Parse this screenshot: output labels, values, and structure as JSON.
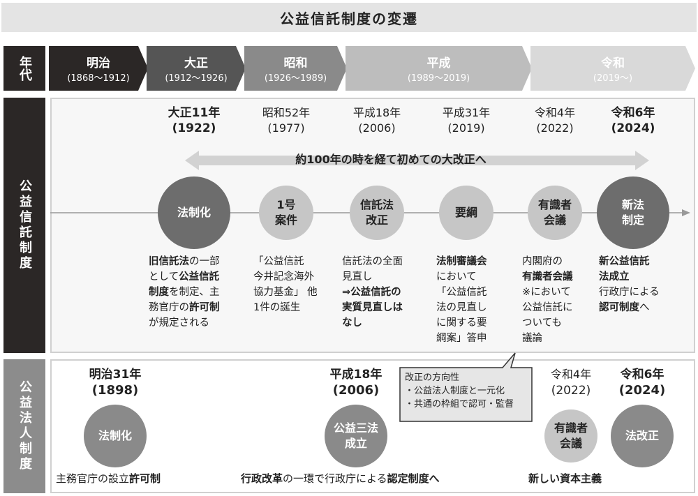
{
  "title": "公益信託制度の変遷",
  "era_label": "年代",
  "eras": [
    {
      "name": "明治",
      "period": "(1868〜1912)"
    },
    {
      "name": "大正",
      "period": "(1912〜1926)"
    },
    {
      "name": "昭和",
      "period": "(1926〜1989)"
    },
    {
      "name": "平成",
      "period": "(1989〜2019)"
    },
    {
      "name": "令和",
      "period": "(2019〜)"
    }
  ],
  "trust": {
    "label": "公益信託制度",
    "banner": "約100年の時を経て初めての大改正へ",
    "events": [
      {
        "year": "大正11年",
        "ad": "(1922)",
        "circle": "法制化",
        "desc": [
          [
            "旧信託法",
            1
          ],
          [
            "の一部\nとして",
            0
          ],
          [
            "公益信託\n制度",
            1
          ],
          [
            "を制定、主\n務官庁の",
            0
          ],
          [
            "許可制",
            1
          ],
          [
            "\nが規定される",
            0
          ]
        ]
      },
      {
        "year": "昭和52年",
        "ad": "(1977)",
        "circle": "1号\n案件",
        "desc": [
          [
            "「公益信託\n今井記念海外\n協力基金」 他\n1件の誕生",
            0
          ]
        ]
      },
      {
        "year": "平成18年",
        "ad": "(2006)",
        "circle": "信託法\n改正",
        "desc": [
          [
            "信託法の全面\n見直し\n",
            0
          ],
          [
            "⇒公益信託の\n実質見直しは\nなし",
            1
          ]
        ]
      },
      {
        "year": "平成31年",
        "ad": "(2019)",
        "circle": "要綱",
        "desc": [
          [
            "法制審議会",
            1
          ],
          [
            "\nにおいて\n「公益信託\n法の見直し\nに関する要\n綱案」答申",
            0
          ]
        ]
      },
      {
        "year": "令和4年",
        "ad": "(2022)",
        "circle": "有識者\n会議",
        "desc": [
          [
            "内閣府の\n",
            0
          ],
          [
            "有識者会議",
            1
          ],
          [
            "\n※において\n公益信託に\nついても\n議論",
            0
          ]
        ]
      },
      {
        "year": "令和6年",
        "ad": "(2024)",
        "circle": "新法\n制定",
        "desc": [
          [
            "新公益信託\n法成立",
            1
          ],
          [
            "\n行政庁による\n",
            0
          ],
          [
            "認可制度",
            1
          ],
          [
            "へ",
            0
          ]
        ]
      }
    ]
  },
  "corp": {
    "label": "公益法人制度",
    "events": [
      {
        "year": "明治31年",
        "ad": "(1898)",
        "circle": "法制化",
        "desc": [
          [
            "主務官庁の設立",
            0
          ],
          [
            "許可制",
            1
          ]
        ]
      },
      {
        "year": "平成18年",
        "ad": "(2006)",
        "circle": "公益三法\n成立",
        "desc": [
          [
            "行政改革",
            1
          ],
          [
            "の一環で行政庁による",
            0
          ],
          [
            "認定制度へ",
            1
          ]
        ]
      },
      {
        "year": "令和4年",
        "ad": "(2022)",
        "circle": "有識者\n会議",
        "desc": [
          [
            "新しい資本主義",
            1
          ]
        ]
      },
      {
        "year": "令和6年",
        "ad": "(2024)",
        "circle": "法改正",
        "desc": []
      }
    ],
    "callout": [
      "改正の方向性",
      "・公益法人制度と一元化",
      "・共通の枠組で認可・監督"
    ]
  }
}
